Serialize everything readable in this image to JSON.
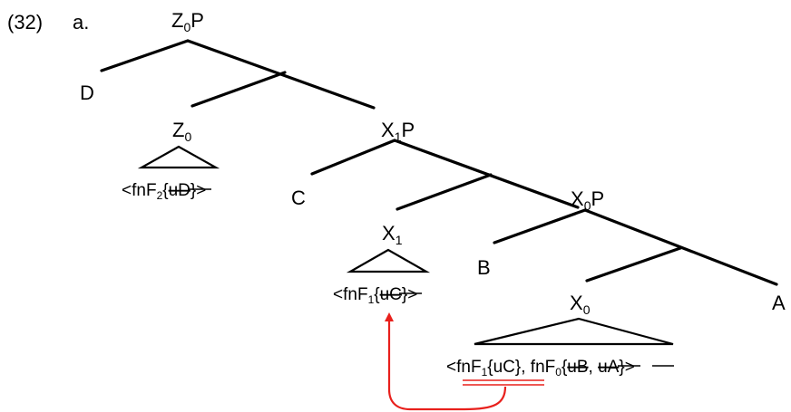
{
  "example": {
    "number": "(32)",
    "letter": "a."
  },
  "nodes": {
    "z0p": {
      "base": "Z",
      "sub": "0",
      "tail": "P"
    },
    "d": "D",
    "z0": {
      "base": "Z",
      "sub": "0"
    },
    "x1p": {
      "base": "X",
      "sub": "1",
      "tail": "P"
    },
    "c": "C",
    "x0p": {
      "base": "X",
      "sub": "0",
      "tail": "P"
    },
    "x1": {
      "base": "X",
      "sub": "1"
    },
    "b": "B",
    "x0": {
      "base": "X",
      "sub": "0"
    },
    "a": "A"
  },
  "features": {
    "z0": {
      "open": "<fnF",
      "sub": "2",
      "brace": "{",
      "struck": "uD",
      "close": "}>"
    },
    "x1": {
      "open": "<fnF",
      "sub": "1",
      "brace": "{",
      "struck": "uC",
      "close": "}>"
    },
    "x0": {
      "open": "<fnF",
      "sub1": "1",
      "part1": "{uC}, fnF",
      "sub2": "0",
      "brace": "{",
      "struck1": "uB",
      "comma": ", ",
      "struck2": "uA",
      "close": "}>"
    }
  },
  "colors": {
    "line": "#000000",
    "arrow": "#e8201c",
    "underline": "#e8201c"
  }
}
